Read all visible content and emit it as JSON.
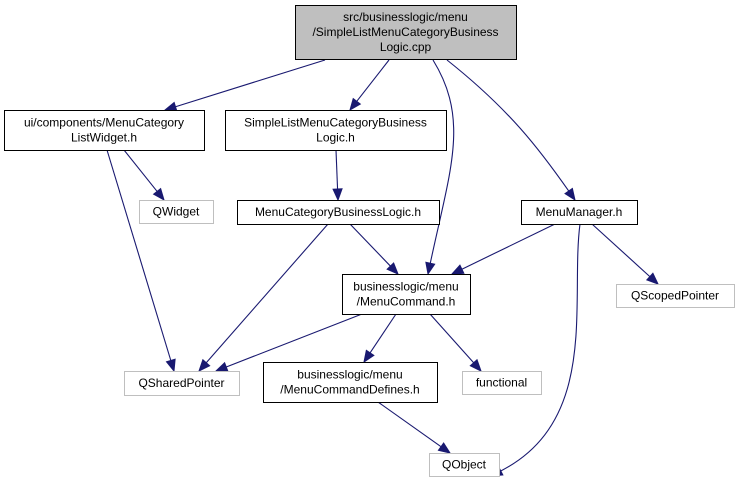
{
  "diagram": {
    "type": "include-dependency-graph",
    "colors": {
      "edge": "#191970",
      "root_fill": "#bfbfbf",
      "root_border": "#000000",
      "documented_border": "#000000",
      "external_border": "#bfbfbf",
      "node_fill": "#ffffff"
    },
    "nodes": [
      {
        "id": "root",
        "kind": "root",
        "lines": [
          "src/businesslogic/menu",
          "/SimpleListMenuCategoryBusiness",
          "Logic.cpp"
        ]
      },
      {
        "id": "menucategorylistwidget",
        "kind": "documented",
        "lines": [
          "ui/components/MenuCategory",
          "ListWidget.h"
        ]
      },
      {
        "id": "simplelistmenucategorybusinesslogic",
        "kind": "documented",
        "lines": [
          "SimpleListMenuCategoryBusiness",
          "Logic.h"
        ]
      },
      {
        "id": "qwidget",
        "kind": "external",
        "lines": [
          "QWidget"
        ]
      },
      {
        "id": "menucategorybusinesslogic",
        "kind": "documented",
        "lines": [
          "MenuCategoryBusinessLogic.h"
        ]
      },
      {
        "id": "menumanager",
        "kind": "documented",
        "lines": [
          "MenuManager.h"
        ]
      },
      {
        "id": "menucommand",
        "kind": "documented",
        "lines": [
          "businesslogic/menu",
          "/MenuCommand.h"
        ]
      },
      {
        "id": "qscopedpointer",
        "kind": "external",
        "lines": [
          "QScopedPointer"
        ]
      },
      {
        "id": "qsharedpointer",
        "kind": "external",
        "lines": [
          "QSharedPointer"
        ]
      },
      {
        "id": "menucommanddefines",
        "kind": "documented",
        "lines": [
          "businesslogic/menu",
          "/MenuCommandDefines.h"
        ]
      },
      {
        "id": "functional",
        "kind": "external",
        "lines": [
          "functional"
        ]
      },
      {
        "id": "qobject",
        "kind": "external",
        "lines": [
          "QObject"
        ]
      }
    ],
    "edges": [
      {
        "from": "root",
        "to": "menucategorylistwidget"
      },
      {
        "from": "root",
        "to": "simplelistmenucategorybusinesslogic"
      },
      {
        "from": "root",
        "to": "menucommand"
      },
      {
        "from": "root",
        "to": "menumanager"
      },
      {
        "from": "menucategorylistwidget",
        "to": "qwidget"
      },
      {
        "from": "menucategorylistwidget",
        "to": "qsharedpointer"
      },
      {
        "from": "simplelistmenucategorybusinesslogic",
        "to": "menucategorybusinesslogic"
      },
      {
        "from": "menucategorybusinesslogic",
        "to": "menucommand"
      },
      {
        "from": "menucategorybusinesslogic",
        "to": "qsharedpointer"
      },
      {
        "from": "menumanager",
        "to": "menucommand"
      },
      {
        "from": "menumanager",
        "to": "qscopedpointer"
      },
      {
        "from": "menumanager",
        "to": "qobject"
      },
      {
        "from": "menucommand",
        "to": "qsharedpointer"
      },
      {
        "from": "menucommand",
        "to": "menucommanddefines"
      },
      {
        "from": "menucommand",
        "to": "functional"
      },
      {
        "from": "menucommanddefines",
        "to": "qobject"
      }
    ]
  }
}
